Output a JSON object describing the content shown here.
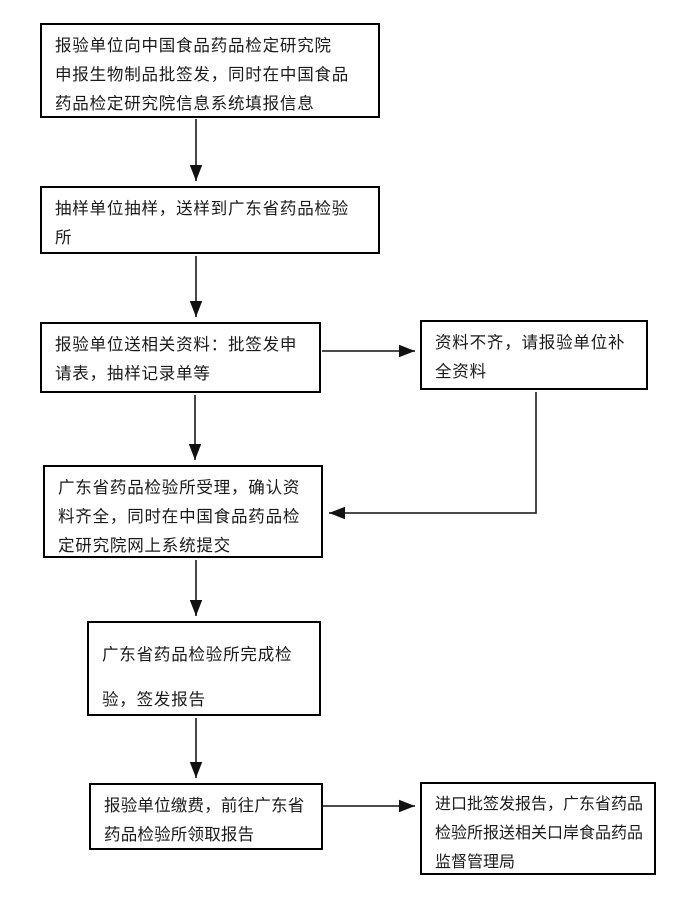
{
  "diagram": {
    "type": "flowchart",
    "language": "zh-CN",
    "nodes": {
      "step1": {
        "label": "报验单位向中国食品药品检定研究院\n申报生物制品批签发，同时在中国食品\n药品检定研究院信息系统填报信息"
      },
      "step2": {
        "label": "抽样单位抽样，送样到广东省药品检验\n所"
      },
      "step3": {
        "label": "报验单位送相关资料：批签发申\n请表，抽样记录单等"
      },
      "side_a": {
        "label": "资料不齐，请报验单位补\n全资料"
      },
      "step4": {
        "label": "广东省药品检验所受理，确认资\n料齐全，同时在中国食品药品检\n定研究院网上系统提交"
      },
      "step5": {
        "label": "广东省药品检验所完成检\n验，签发报告"
      },
      "step6": {
        "label": "报验单位缴费，前往广东省\n药品检验所领取报告"
      },
      "side_b": {
        "label": "进口批签发报告，广东省药品\n检验所报送相关口岸食品药品\n监督管理局"
      }
    },
    "edges": [
      {
        "from": "step1",
        "to": "step2",
        "style": "arrow-down"
      },
      {
        "from": "step2",
        "to": "step3",
        "style": "arrow-down"
      },
      {
        "from": "step3",
        "to": "side_a",
        "style": "arrow-right"
      },
      {
        "from": "side_a",
        "to": "step4",
        "style": "arrow-elbow-left"
      },
      {
        "from": "step3",
        "to": "step4",
        "style": "arrow-down"
      },
      {
        "from": "step4",
        "to": "step5",
        "style": "arrow-down"
      },
      {
        "from": "step5",
        "to": "step6",
        "style": "arrow-down"
      },
      {
        "from": "step6",
        "to": "side_b",
        "style": "arrow-right"
      }
    ],
    "colors": {
      "box_border": "#000000",
      "box_background": "#ffffff",
      "text": "#1a1a1a",
      "connector": "#333333",
      "arrowhead": "#111111",
      "page_background": "#ffffff"
    }
  }
}
